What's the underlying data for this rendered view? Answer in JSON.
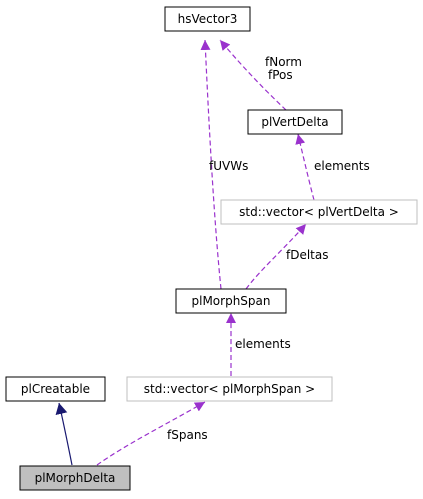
{
  "colors": {
    "usage_edge": "#9a32cd",
    "inherit_edge": "#191970",
    "node_border": "#000000",
    "template_border": "#bfbfbf",
    "highlight_fill": "#bfbfbf"
  },
  "nodes": {
    "hsvector3": "hsVector3",
    "plvertdelta": "plVertDelta",
    "vector_vertdelta": "std::vector< plVertDelta >",
    "plmorphspan": "plMorphSpan",
    "plcreatable": "plCreatable",
    "vector_morphspan": "std::vector< plMorphSpan >",
    "plmorphdelta": "plMorphDelta"
  },
  "edge_labels": {
    "fnorm": "fNorm",
    "fpos": "fPos",
    "fuvws": "fUVWs",
    "elements_vert": "elements",
    "fdeltas": "fDeltas",
    "elements_span": "elements",
    "fspans": "fSpans"
  }
}
